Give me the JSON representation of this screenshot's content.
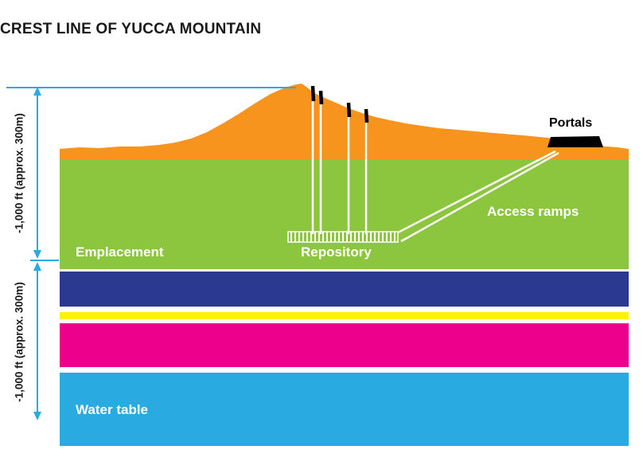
{
  "title": "CREST LINE OF YUCCA MOUNTAIN",
  "diagram": {
    "labels": {
      "portals": "Portals",
      "access_ramps": "Access ramps",
      "emplacement": "Emplacement",
      "repository": "Repository",
      "water_table": "Water table"
    },
    "dimensions": {
      "upper": "-1,000 ft (approx. 300m)",
      "lower": "-1,000 ft (approx. 300m)"
    },
    "colors": {
      "mountain_orange": "#F7941E",
      "layer_green": "#8CC63F",
      "layer_dark_blue": "#2B3990",
      "layer_yellow": "#FFF200",
      "layer_magenta": "#EC008C",
      "layer_light_blue": "#29ABE2",
      "dimension_cyan": "#29ABE2",
      "portal_black": "#000000",
      "shaft_white": "#FFFFFF"
    }
  }
}
